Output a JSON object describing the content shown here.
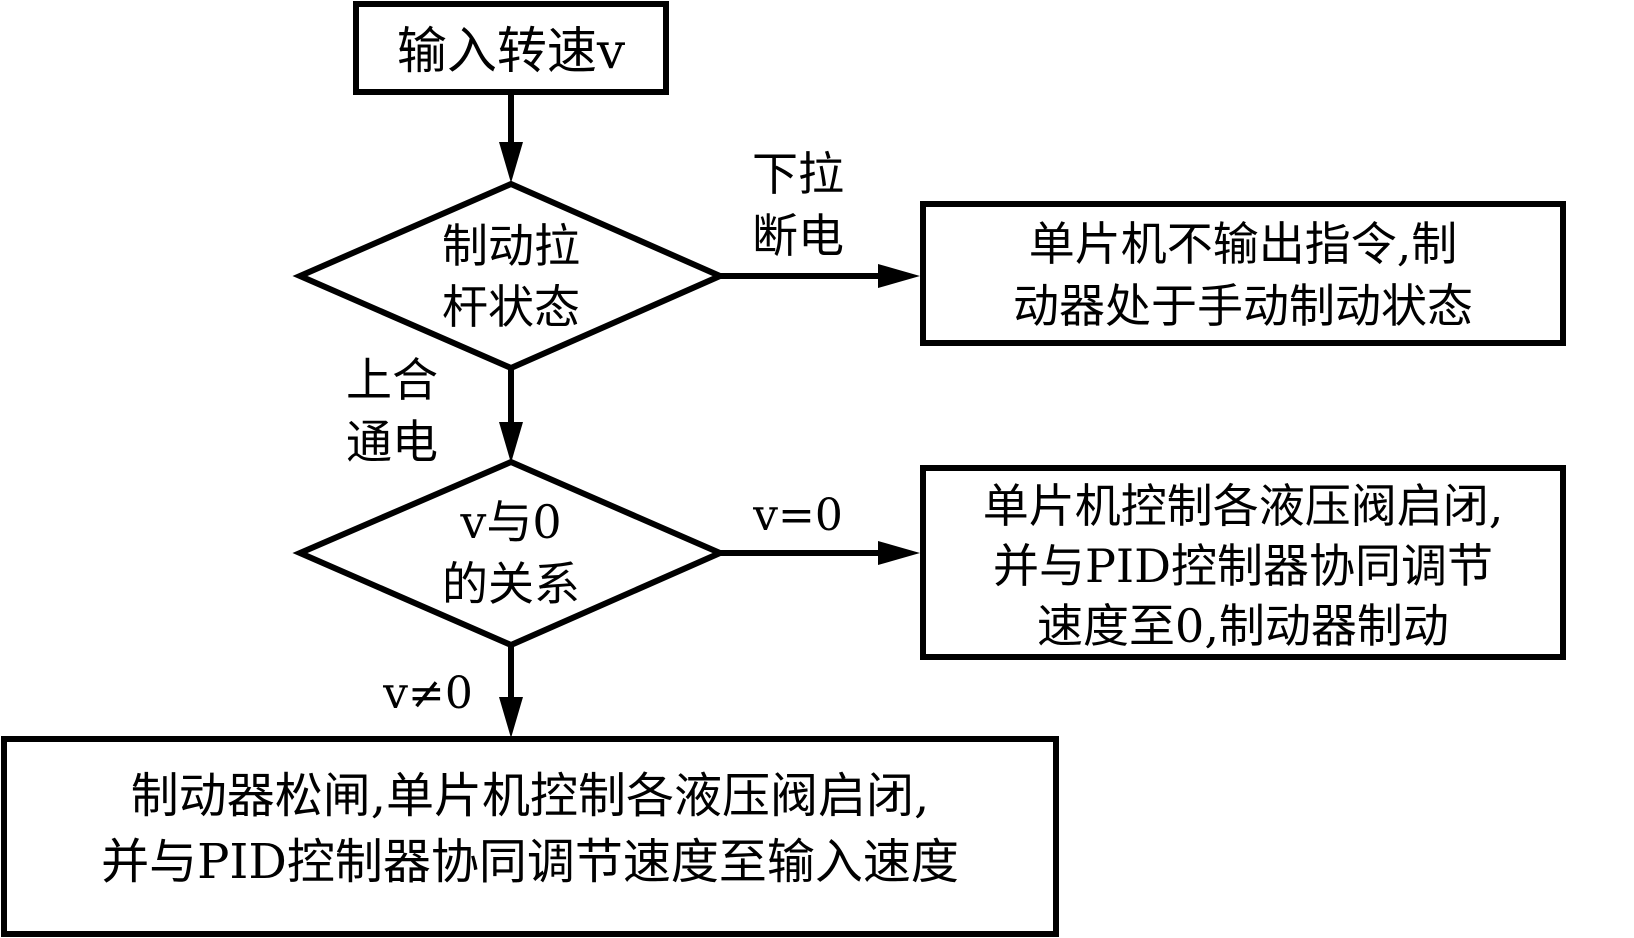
{
  "diagram": {
    "type": "flowchart",
    "nodes": {
      "start": {
        "kind": "process",
        "lines": [
          "输入转速v"
        ]
      },
      "decision_lever": {
        "kind": "decision",
        "lines": [
          "制动拉",
          "杆状态"
        ]
      },
      "manual_brake": {
        "kind": "process",
        "lines": [
          "单片机不输出指令,制",
          "动器处于手动制动状态"
        ]
      },
      "decision_speed": {
        "kind": "decision",
        "lines": [
          "v与0",
          "的关系"
        ]
      },
      "brake_stop": {
        "kind": "process",
        "lines": [
          "单片机控制各液压阀启闭,",
          "并与PID控制器协同调节",
          "速度至0,制动器制动"
        ]
      },
      "release_adjust": {
        "kind": "process",
        "lines": [
          "制动器松闸,单片机控制各液压阀启闭,",
          "并与PID控制器协同调节速度至输入速度"
        ]
      }
    },
    "edges": {
      "start_to_lever": {
        "from": "start",
        "to": "decision_lever",
        "label": []
      },
      "lever_down": {
        "from": "decision_lever",
        "to": "manual_brake",
        "label": [
          "下拉",
          "断电"
        ]
      },
      "lever_up": {
        "from": "decision_lever",
        "to": "decision_speed",
        "label": [
          "上合",
          "通电"
        ]
      },
      "speed_zero": {
        "from": "decision_speed",
        "to": "brake_stop",
        "label": [
          "v=0"
        ]
      },
      "speed_nonzero": {
        "from": "decision_speed",
        "to": "release_adjust",
        "label": [
          "v≠0"
        ]
      }
    },
    "colors": {
      "stroke": "#000000",
      "fill": "#ffffff",
      "text": "#000000"
    }
  }
}
